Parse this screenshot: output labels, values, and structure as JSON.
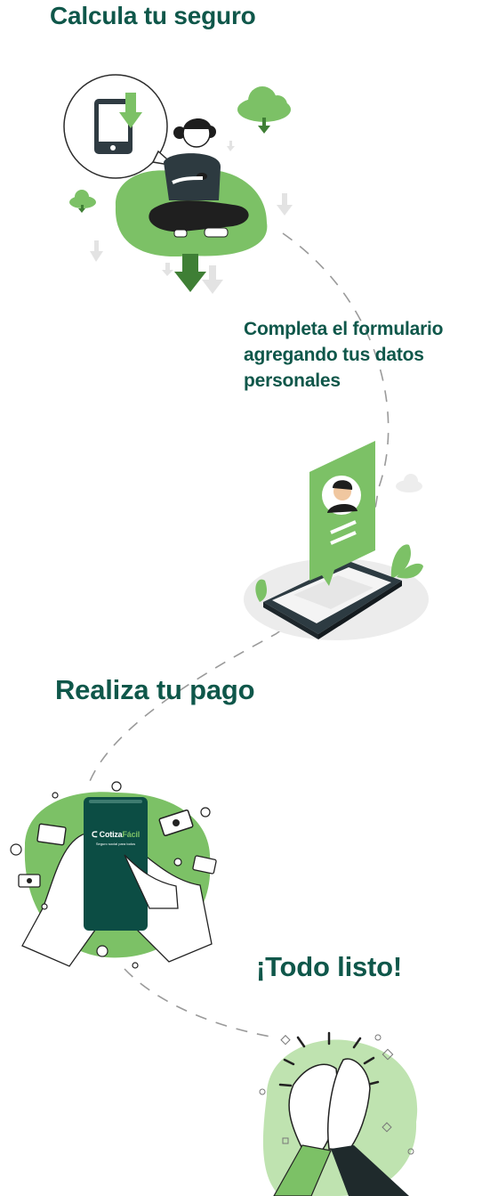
{
  "steps": [
    {
      "title": "Calcula tu seguro"
    },
    {
      "title": "Completa el formulario agregando tus datos personales"
    },
    {
      "title": "Realiza tu pago"
    },
    {
      "title": "¡Todo listo!"
    }
  ],
  "phone_screen": {
    "brand_prefix": "Cotiza",
    "brand_suffix": "Fácil",
    "tagline": "Seguro social para todos"
  },
  "colors": {
    "heading": "#0f574a",
    "accent_green": "#7cc166",
    "dark_green": "#3f7f35",
    "phone_dark": "#0c4d44"
  }
}
